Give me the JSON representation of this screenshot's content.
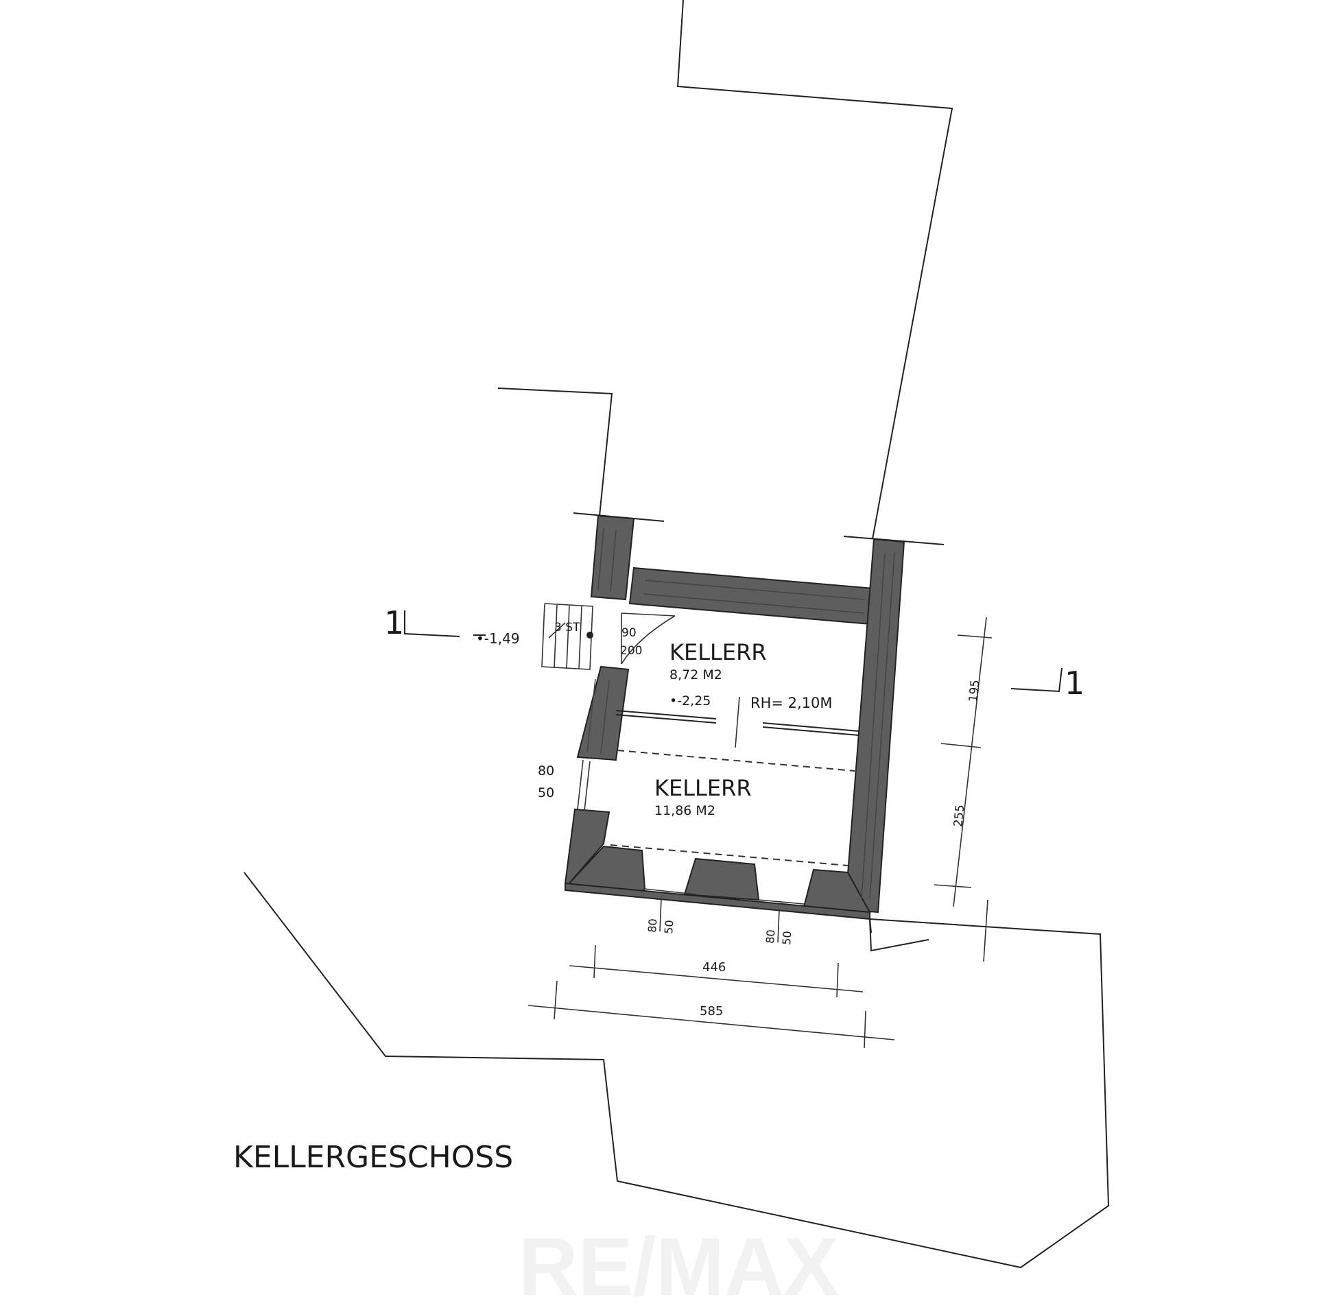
{
  "drawing": {
    "title": "KELLERGESCHOSS",
    "section_marker_left": "1",
    "section_marker_right": "1",
    "watermark": "RE/MAX"
  },
  "rooms": [
    {
      "name": "KELLERR",
      "area": "8,72 M2",
      "level": "•-2,25",
      "room_height": "RH= 2,10M"
    },
    {
      "name": "KELLERR",
      "area": "11,86 M2"
    }
  ],
  "stair": {
    "steps": "3 ST",
    "level": "•-1,49"
  },
  "openings": {
    "door_width": "90",
    "door_height": "200",
    "window_left_width": "80",
    "window_left_height": "50",
    "window_bottom_1_width": "80",
    "window_bottom_1_height": "50",
    "window_bottom_2_width": "80",
    "window_bottom_2_height": "50"
  },
  "dimensions": {
    "inner_width": "446",
    "outer_width": "585",
    "depth_upper": "195",
    "depth_lower": "255"
  }
}
